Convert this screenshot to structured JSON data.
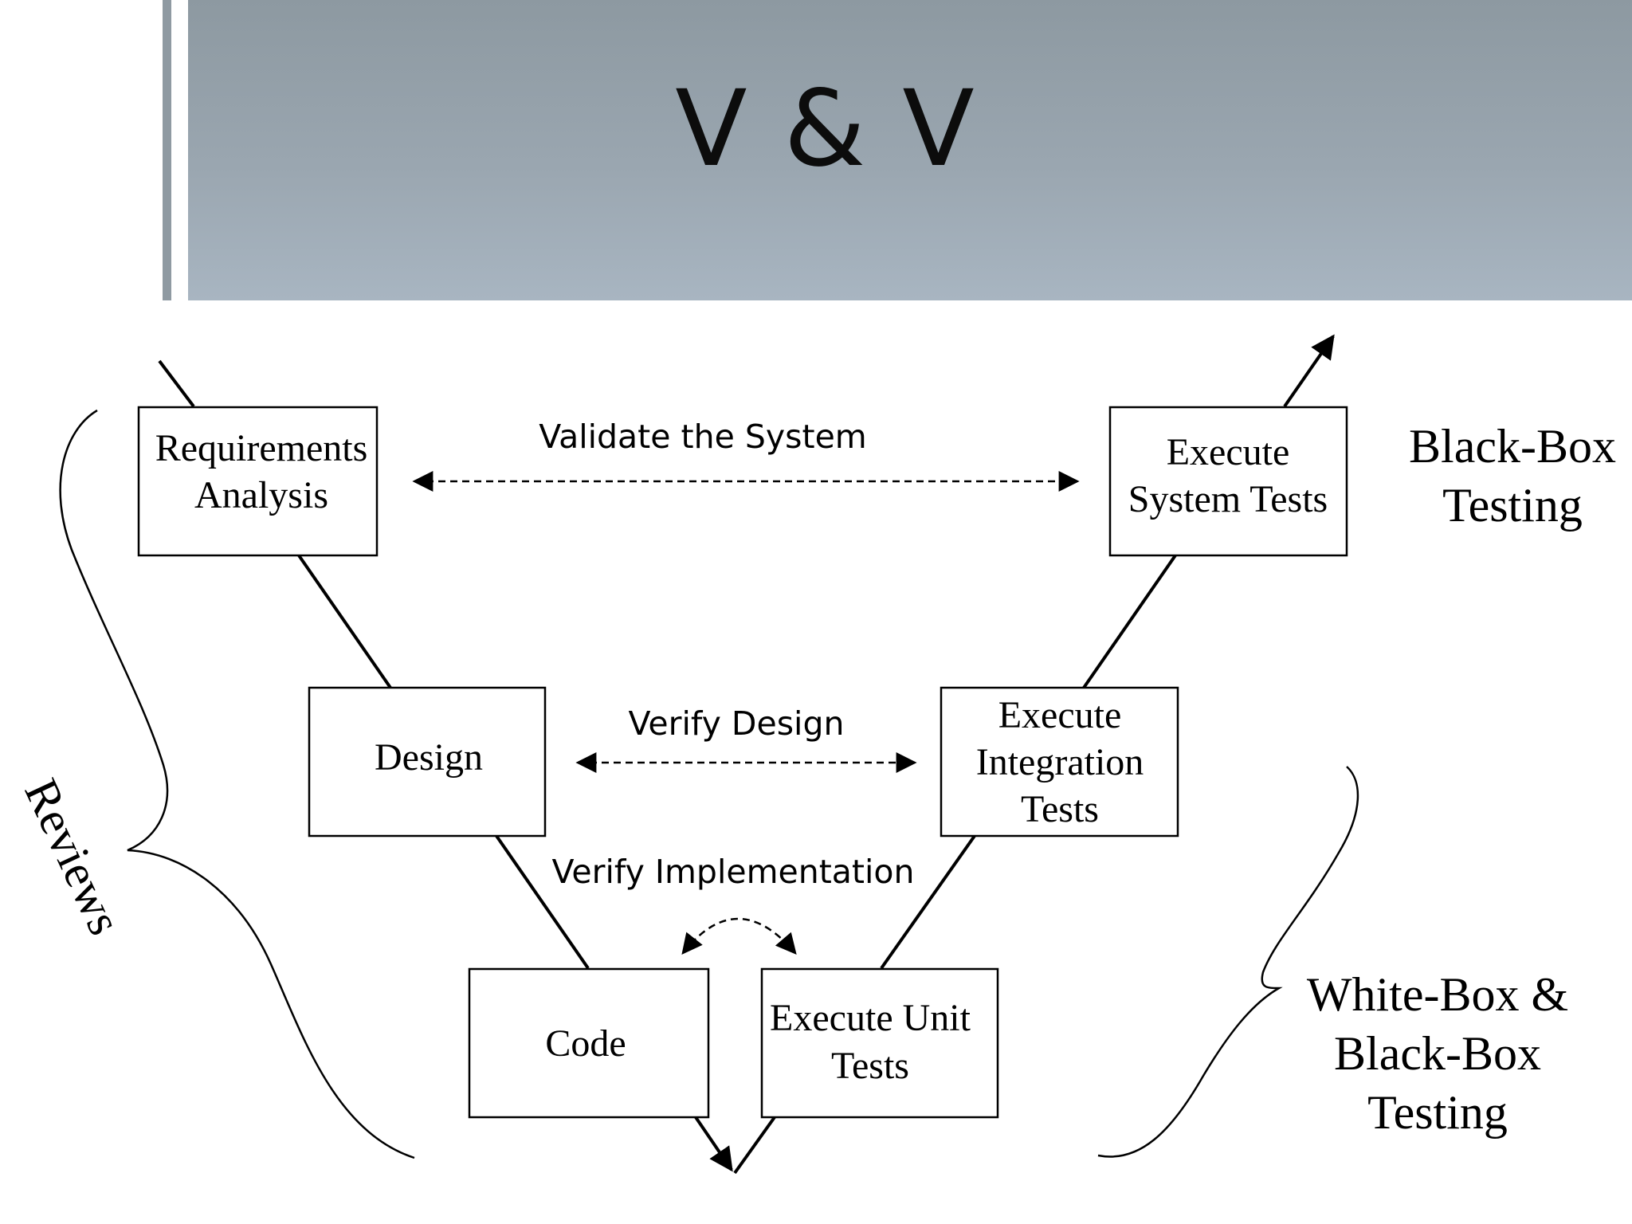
{
  "title": "V & V",
  "boxes": {
    "requirements": [
      "Requirements",
      "Analysis"
    ],
    "design": [
      "Design"
    ],
    "code": [
      "Code"
    ],
    "unit_tests": [
      "Execute Unit",
      "Tests"
    ],
    "integration_tests": [
      "Execute",
      "Integration",
      "Tests"
    ],
    "system_tests": [
      "Execute",
      "System Tests"
    ]
  },
  "arrows": {
    "validate": "Validate the System",
    "verify_design": "Verify Design",
    "verify_impl": "Verify Implementation"
  },
  "side_labels": {
    "reviews": "Reviews",
    "black_box": [
      "Black-Box",
      "Testing"
    ],
    "white_box": [
      "White-Box &",
      "Black-Box",
      "Testing"
    ]
  },
  "colors": {
    "header_top": "#8d99a1",
    "header_bottom": "#a8b5c1",
    "ink": "#000000"
  }
}
